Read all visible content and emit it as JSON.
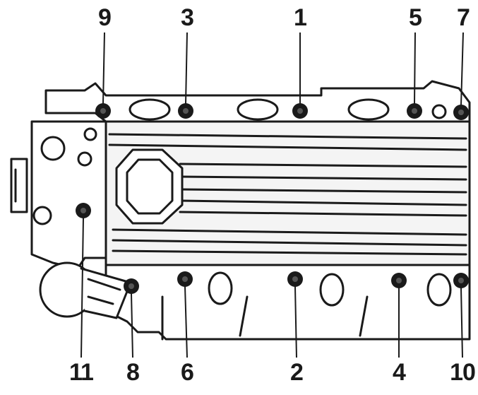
{
  "diagram": {
    "top_labels": [
      "9",
      "3",
      "1",
      "5",
      "7"
    ],
    "bottom_labels": [
      "11",
      "8",
      "6",
      "2",
      "4",
      "10"
    ],
    "colors": {
      "ink": "#1a1a1a",
      "paper": "#ffffff",
      "fin_fill": "#f4f4f4"
    }
  }
}
